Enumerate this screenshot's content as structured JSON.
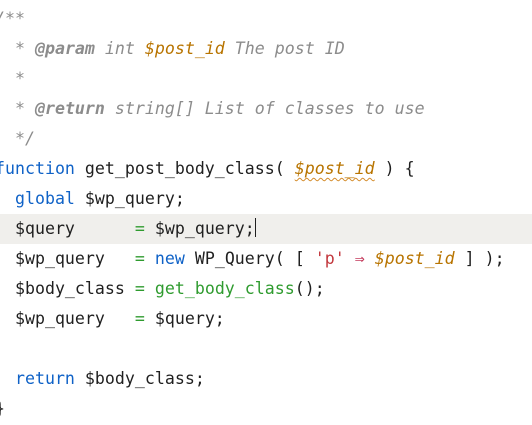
{
  "editor": {
    "lines": [
      {
        "id": "l1",
        "parts": [
          {
            "t": "/**",
            "s": "comment"
          }
        ]
      },
      {
        "id": "l2",
        "parts": [
          {
            "t": "  * ",
            "s": "comment"
          },
          {
            "t": "@param",
            "s": "tag"
          },
          {
            "t": " int ",
            "s": "comment"
          },
          {
            "t": "$post_id",
            "s": "var-it"
          },
          {
            "t": " The post ID",
            "s": "comment"
          }
        ]
      },
      {
        "id": "l3",
        "parts": [
          {
            "t": "  *",
            "s": "comment"
          }
        ]
      },
      {
        "id": "l4",
        "parts": [
          {
            "t": "  * ",
            "s": "comment"
          },
          {
            "t": "@return",
            "s": "tag"
          },
          {
            "t": " string[] List of classes to use",
            "s": "comment"
          }
        ]
      },
      {
        "id": "l5",
        "parts": [
          {
            "t": "  */",
            "s": "comment"
          }
        ]
      },
      {
        "id": "l6",
        "parts": [
          {
            "t": "function",
            "s": "kw"
          },
          {
            "t": " get_post_body_class( ",
            "s": "plain"
          },
          {
            "t": "$post_id",
            "s": "var-it-squiggle"
          },
          {
            "t": " ) {",
            "s": "plain"
          }
        ]
      },
      {
        "id": "l7",
        "parts": [
          {
            "t": "  ",
            "s": "plain"
          },
          {
            "t": "global",
            "s": "kw"
          },
          {
            "t": " $wp_query;",
            "s": "plain"
          }
        ]
      },
      {
        "id": "l8",
        "current": true,
        "parts": [
          {
            "t": "  $query      ",
            "s": "plain"
          },
          {
            "t": "=",
            "s": "op"
          },
          {
            "t": " $wp_query;",
            "s": "plain"
          },
          {
            "t": "",
            "s": "caret"
          }
        ]
      },
      {
        "id": "l9",
        "parts": [
          {
            "t": "  $wp_query   ",
            "s": "plain"
          },
          {
            "t": "=",
            "s": "op"
          },
          {
            "t": " ",
            "s": "plain"
          },
          {
            "t": "new",
            "s": "kw"
          },
          {
            "t": " WP_Query( [ ",
            "s": "plain"
          },
          {
            "t": "'p'",
            "s": "str"
          },
          {
            "t": " ",
            "s": "plain"
          },
          {
            "t": "⇒",
            "s": "arrow"
          },
          {
            "t": " ",
            "s": "plain"
          },
          {
            "t": "$post_id",
            "s": "var-it"
          },
          {
            "t": " ] );",
            "s": "plain"
          }
        ]
      },
      {
        "id": "l10",
        "parts": [
          {
            "t": "  $body_class ",
            "s": "plain"
          },
          {
            "t": "=",
            "s": "op"
          },
          {
            "t": " ",
            "s": "plain"
          },
          {
            "t": "get_body_class",
            "s": "fn"
          },
          {
            "t": "();",
            "s": "plain"
          }
        ]
      },
      {
        "id": "l11",
        "parts": [
          {
            "t": "  $wp_query   ",
            "s": "plain"
          },
          {
            "t": "=",
            "s": "op"
          },
          {
            "t": " $query;",
            "s": "plain"
          }
        ]
      },
      {
        "id": "l12",
        "parts": []
      },
      {
        "id": "l13",
        "parts": [
          {
            "t": "  ",
            "s": "plain"
          },
          {
            "t": "return",
            "s": "kw"
          },
          {
            "t": " $body_class;",
            "s": "plain"
          }
        ]
      },
      {
        "id": "l14",
        "parts": [
          {
            "t": "}",
            "s": "plain"
          }
        ]
      }
    ]
  }
}
